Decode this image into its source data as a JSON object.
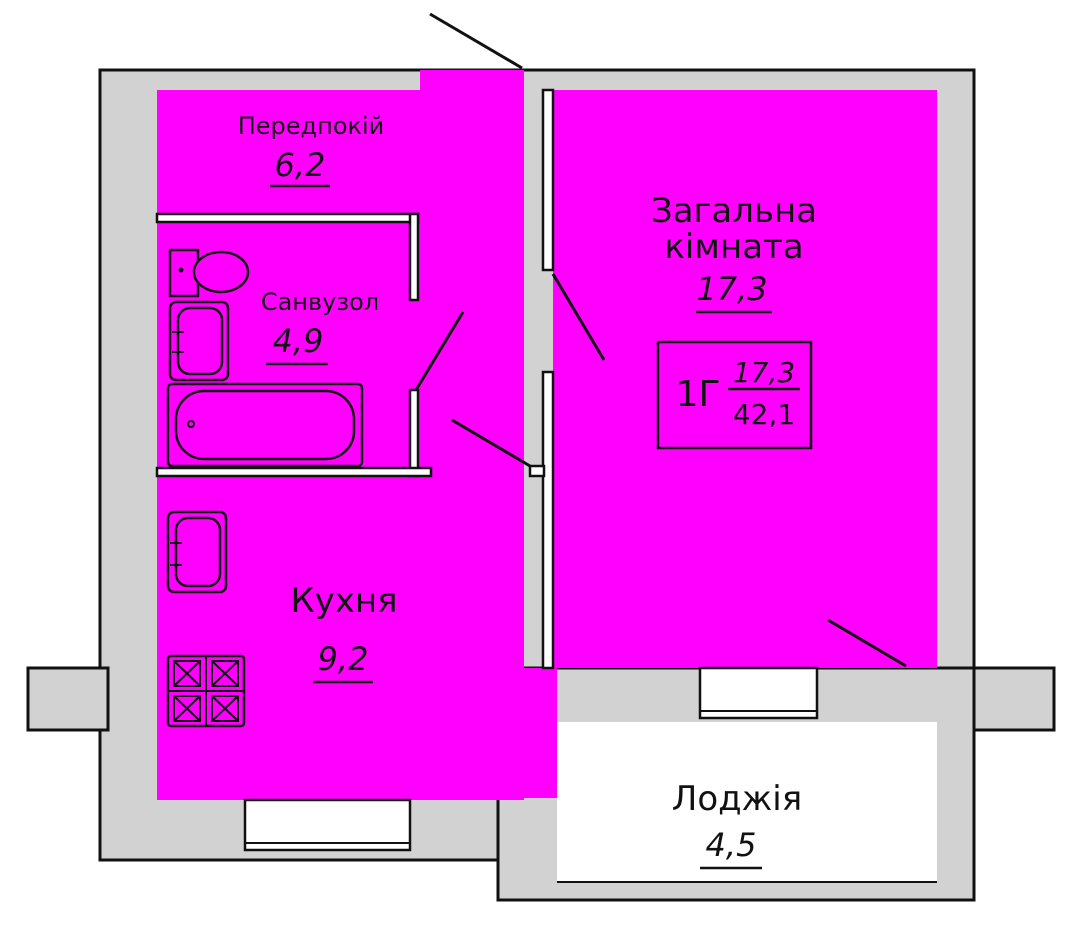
{
  "rooms": {
    "hallway": {
      "name": "Передпокій",
      "area": "6,2"
    },
    "bathroom": {
      "name": "Санвузол",
      "area": "4,9"
    },
    "living": {
      "name_line1": "Загальна",
      "name_line2": "кімната",
      "area": "17,3"
    },
    "kitchen": {
      "name": "Кухня",
      "area": "9,2"
    },
    "loggia": {
      "name": "Лоджія",
      "area": "4,5"
    }
  },
  "badge": {
    "type": "1Г",
    "living_area": "17,3",
    "total_area": "42,1"
  },
  "colors": {
    "room_fill": "#ff00ff",
    "wall_fill": "#d2d2d2",
    "line": "#111111"
  }
}
